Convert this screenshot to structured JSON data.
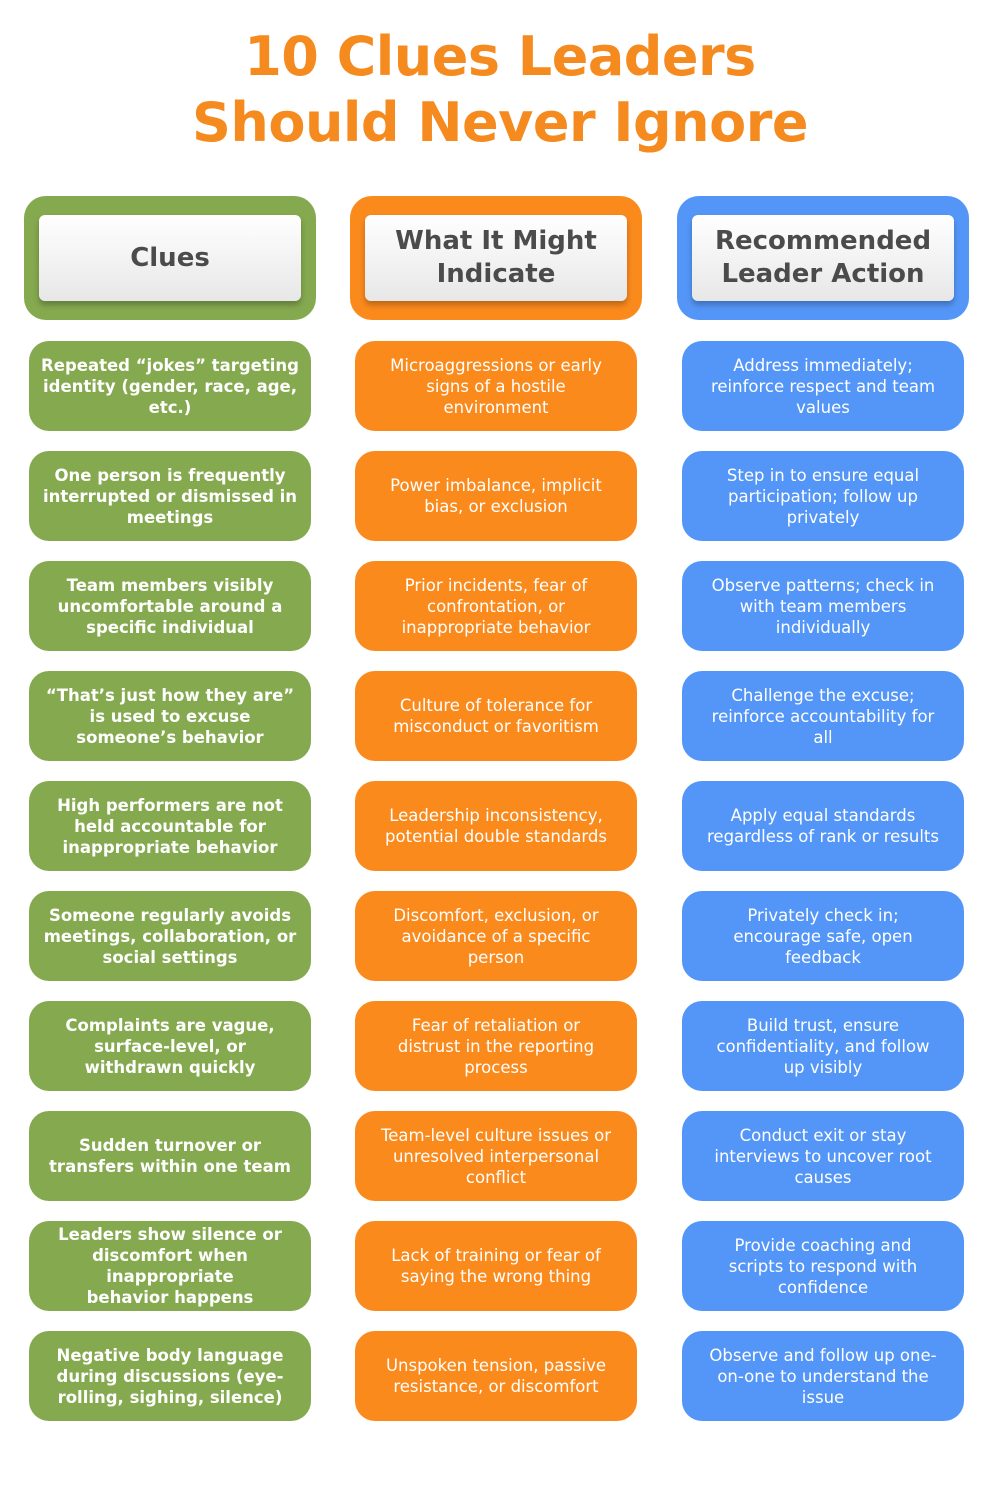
{
  "title": {
    "line1": "10 Clues Leaders",
    "line2": "Should Never Ignore"
  },
  "headers": [
    {
      "lines": [
        "Clues"
      ]
    },
    {
      "lines": [
        "What It Might",
        "Indicate"
      ]
    },
    {
      "lines": [
        "Recommended",
        "Leader Action"
      ]
    }
  ],
  "rows": [
    {
      "clue": [
        "Repeated “jokes” targeting",
        "identity (gender, race, age,",
        "etc.)"
      ],
      "indicates": [
        "Microaggressions or early",
        "signs of a hostile",
        "environment"
      ],
      "action": [
        "Address immediately;",
        "reinforce respect and team",
        "values"
      ]
    },
    {
      "clue": [
        "One person is frequently",
        "interrupted or dismissed in",
        "meetings"
      ],
      "indicates": [
        "Power imbalance, implicit",
        "bias, or exclusion"
      ],
      "action": [
        "Step in to ensure equal",
        "participation; follow up",
        "privately"
      ]
    },
    {
      "clue": [
        "Team members visibly",
        "uncomfortable around a",
        "specific individual"
      ],
      "indicates": [
        "Prior incidents, fear of",
        "confrontation, or",
        "inappropriate behavior"
      ],
      "action": [
        "Observe patterns; check in",
        "with team members",
        "individually"
      ]
    },
    {
      "clue": [
        "“That’s just how they are”",
        "is used to excuse",
        "someone’s behavior"
      ],
      "indicates": [
        "Culture of tolerance for",
        "misconduct or favoritism"
      ],
      "action": [
        "Challenge the excuse;",
        "reinforce accountability for",
        "all"
      ]
    },
    {
      "clue": [
        "High performers are not",
        "held accountable for",
        "inappropriate behavior"
      ],
      "indicates": [
        "Leadership inconsistency,",
        "potential double standards"
      ],
      "action": [
        "Apply equal standards",
        "regardless of rank or results"
      ]
    },
    {
      "clue": [
        "Someone regularly avoids",
        "meetings, collaboration, or",
        "social settings"
      ],
      "indicates": [
        "Discomfort, exclusion, or",
        "avoidance of a specific",
        "person"
      ],
      "action": [
        "Privately check in;",
        "encourage safe, open",
        "feedback"
      ]
    },
    {
      "clue": [
        "Complaints are vague,",
        "surface-level, or",
        "withdrawn quickly"
      ],
      "indicates": [
        "Fear of retaliation or",
        "distrust in the reporting",
        "process"
      ],
      "action": [
        "Build trust, ensure",
        "confidentiality, and follow",
        "up visibly"
      ]
    },
    {
      "clue": [
        "Sudden turnover or",
        "transfers within one team"
      ],
      "indicates": [
        "Team-level culture issues or",
        "unresolved interpersonal",
        "conflict"
      ],
      "action": [
        "Conduct exit or stay",
        "interviews to uncover root",
        "causes"
      ]
    },
    {
      "clue": [
        "Leaders show silence or",
        "discomfort when inappropriate",
        "behavior happens"
      ],
      "indicates": [
        "Lack of training or fear of",
        "saying the wrong thing"
      ],
      "action": [
        "Provide coaching and",
        "scripts to respond with",
        "confidence"
      ]
    },
    {
      "clue": [
        "Negative body language",
        "during discussions (eye-",
        "rolling, sighing, silence)"
      ],
      "indicates": [
        "Unspoken tension, passive",
        "resistance, or discomfort"
      ],
      "action": [
        "Observe and follow up one-",
        "on-one to understand the",
        "issue"
      ]
    }
  ],
  "colors": {
    "title": "#f58a1f",
    "clues": "#85a94f",
    "indicates": "#fb8a1d",
    "action": "#5496f8",
    "header_text": "#4b4b4b"
  }
}
